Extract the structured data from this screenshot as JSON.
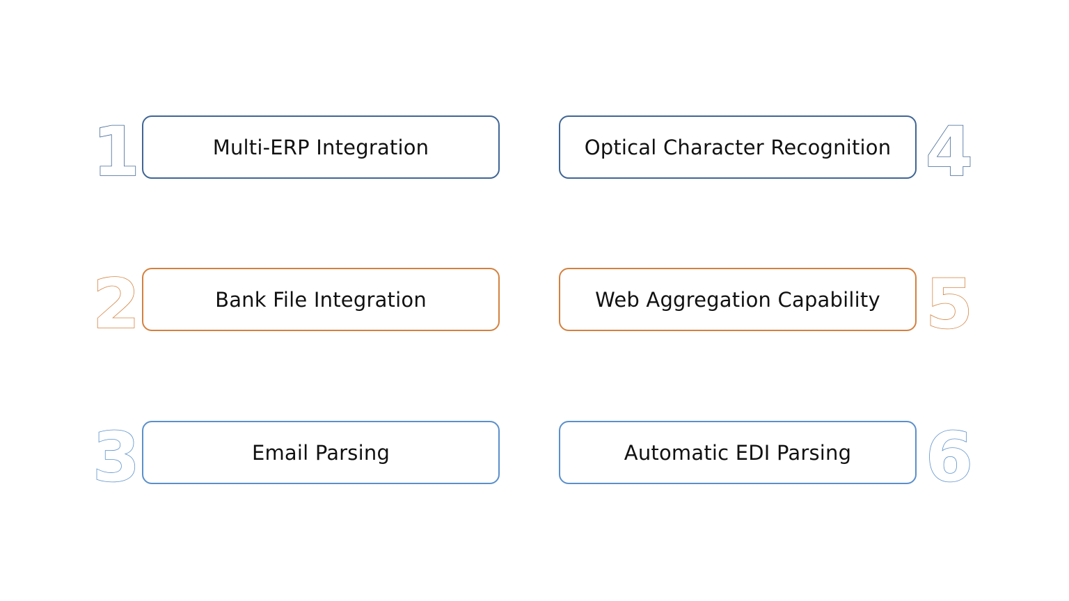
{
  "colors": {
    "row1": "#3f6594",
    "row2": "#d3813f",
    "row3": "#5a8fcb",
    "text": "#111111",
    "background": "#ffffff"
  },
  "items": [
    {
      "number": "1",
      "label": "Multi-ERP Integration",
      "color_key": "row1"
    },
    {
      "number": "2",
      "label": "Bank File Integration",
      "color_key": "row2"
    },
    {
      "number": "3",
      "label": "Email Parsing",
      "color_key": "row3"
    },
    {
      "number": "4",
      "label": "Optical Character Recognition",
      "color_key": "row1"
    },
    {
      "number": "5",
      "label": "Web Aggregation Capability",
      "color_key": "row2"
    },
    {
      "number": "6",
      "label": "Automatic EDI Parsing",
      "color_key": "row3"
    }
  ]
}
